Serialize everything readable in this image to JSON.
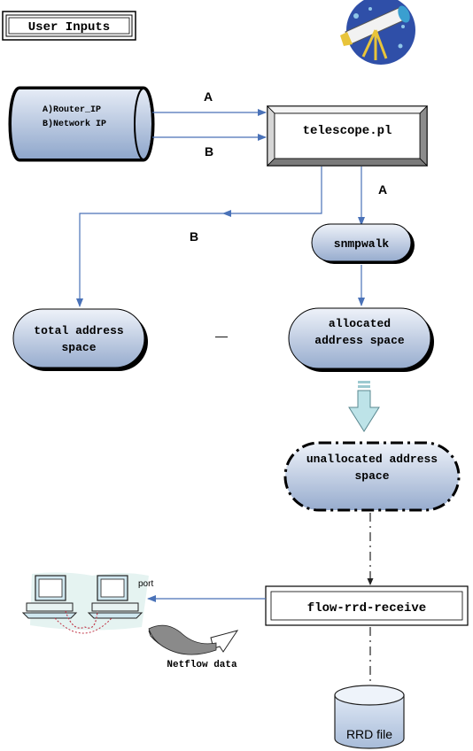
{
  "title": "User  Inputs",
  "inputs": {
    "line_a": "A)Router_IP",
    "line_b": "B)Network IP"
  },
  "nodes": {
    "telescope": "telescope.pl",
    "snmpwalk": "snmpwalk",
    "total_line1": "total address",
    "total_line2": "space",
    "allocated_line1": "allocated",
    "allocated_line2": "address space",
    "unallocated_line1": "unallocated address",
    "unallocated_line2": "space",
    "flow": "flow-rrd-receive",
    "rrd": "RRD file",
    "minus": "—"
  },
  "edge_labels": {
    "a_top": "A",
    "b_top": "B",
    "a_right": "A",
    "b_left": "B",
    "port": "port",
    "netflow": "Netflow data"
  },
  "colors": {
    "shape_fill_light": "#dfe7f3",
    "shape_fill_dark": "#9aafce",
    "arrow": "#4a72b8",
    "down_arrow": "#bde3e8"
  }
}
